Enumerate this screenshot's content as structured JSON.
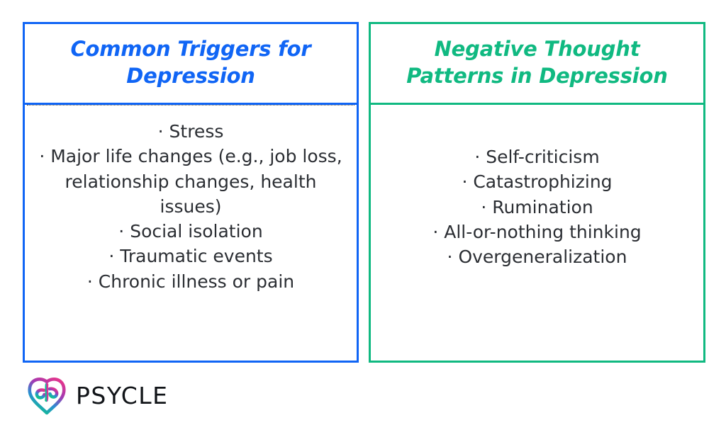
{
  "theme": {
    "background": "#ffffff",
    "blue": "#1065f5",
    "green": "#10b981",
    "body_text": "#2b2e33",
    "wordmark_text": "#111418"
  },
  "cards": [
    {
      "id": "common-triggers-for-depression",
      "title": "Common Triggers for\nDepression",
      "accent": "#1065f5",
      "items": [
        "Stress",
        "Major life changes (e.g., job loss, relationship changes, health issues)",
        "Social isolation",
        "Traumatic events",
        "Chronic illness or pain"
      ]
    },
    {
      "id": "negative-thought-patterns-in-depression",
      "title": "Negative Thought\nPatterns in Depression",
      "accent": "#10b981",
      "items": [
        "Self-criticism",
        "Catastrophizing",
        "Rumination",
        "All-or-nothing thinking",
        "Overgeneralization"
      ]
    }
  ],
  "logo": {
    "icon_name": "brain-icon",
    "wordmark": "PSYCLE",
    "gradient": {
      "from": "#e0368f",
      "mid": "#8b3fc4",
      "to2": "#1b9fd8",
      "to": "#0fc48a"
    }
  }
}
